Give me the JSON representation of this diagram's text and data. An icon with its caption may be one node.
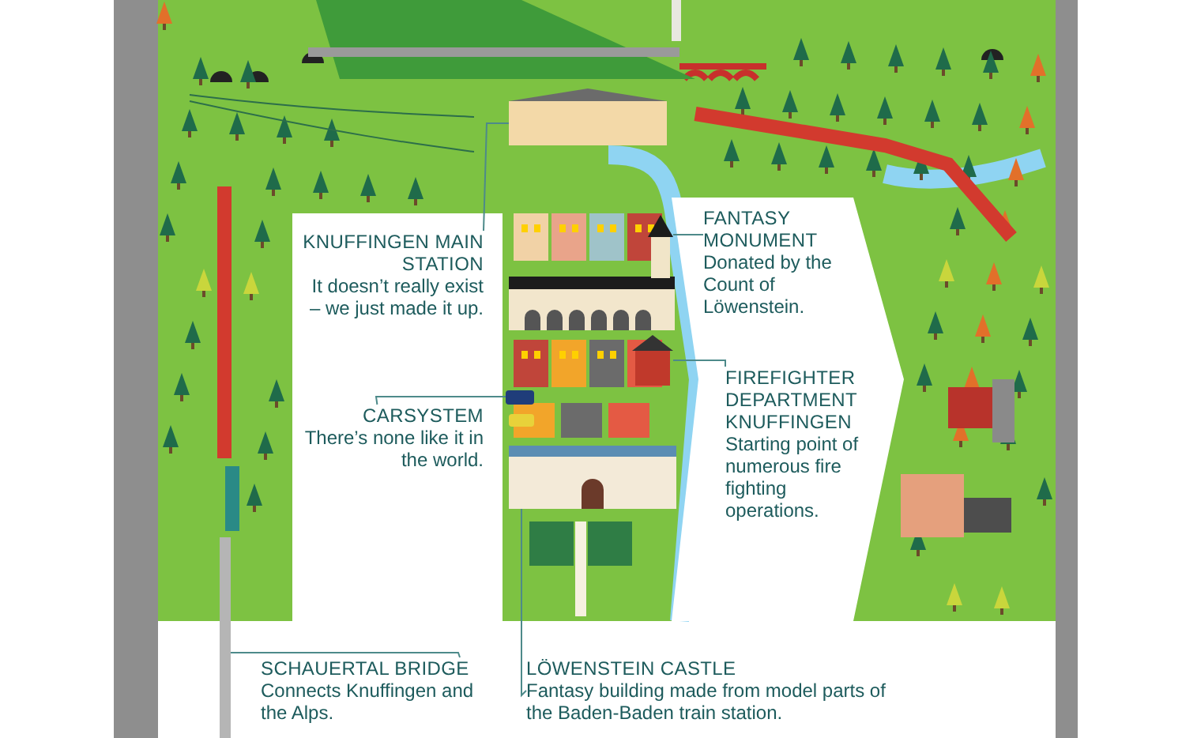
{
  "diagram": {
    "nodes": [
      {
        "text": [
          "KNUFFINGEN MAIN STATION",
          "It doesn’t really exist – we just made it up."
        ]
      },
      {
        "text": [
          "FANTASY MONUMENT",
          "Donated by the Count of Löwenstein."
        ]
      },
      {
        "text": [
          "CARSYSTEM",
          "There’s none like it in the world."
        ]
      },
      {
        "text": [
          "FIREFIGHTER DEPARTMENT KNUFFINGEN",
          "Starting point of numerous fire fighting operations."
        ]
      },
      {
        "text": [
          "SCHAUERTAL BRIDGE",
          "Connects Knuffingen and the Alps."
        ]
      },
      {
        "text": [
          "LÖWENSTEIN CASTLE",
          "Fantasy building made from model parts of the Baden-Baden train station."
        ]
      },
      {
        "text": [],
        "shape": "box"
      },
      {
        "text": [],
        "shape": "box"
      },
      {
        "text": [],
        "shape": "box"
      },
      {
        "text": [],
        "shape": "box"
      },
      {
        "text": [],
        "shape": "box"
      },
      {
        "text": [],
        "shape": "box"
      }
    ],
    "edges": [
      {
        "from": 0,
        "to": 6,
        "arrow": "none"
      },
      {
        "from": 1,
        "to": 7,
        "arrow": "none"
      },
      {
        "from": 2,
        "to": 8,
        "arrow": "none"
      },
      {
        "from": 3,
        "to": 9,
        "arrow": "none"
      },
      {
        "from": 4,
        "to": 10,
        "arrow": "none"
      },
      {
        "from": 5,
        "to": 11,
        "arrow": "none"
      }
    ]
  }
}
